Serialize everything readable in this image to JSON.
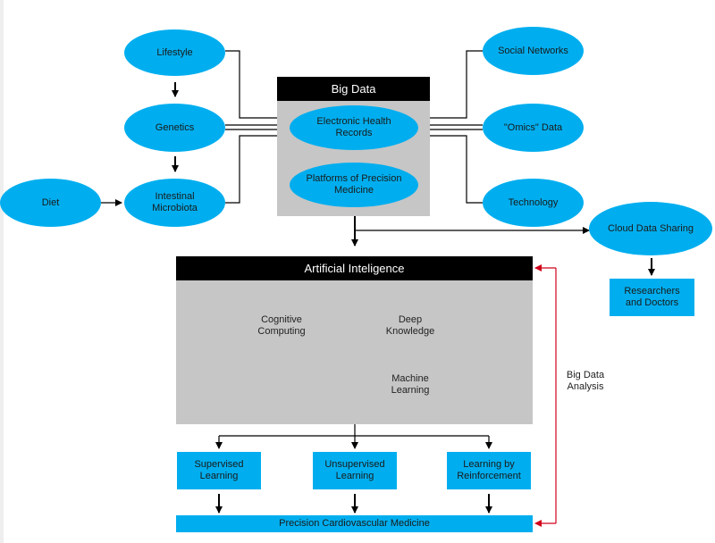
{
  "colors": {
    "node_fill": "#00aeef",
    "panel_fill": "#c6c6c6",
    "header_fill": "#000000",
    "feedback_arrow": "#d0021b"
  },
  "big_data": {
    "title": "Big Data",
    "ehr": "Electronic Health Records",
    "platforms": "Platforms of Precision Medicine"
  },
  "sources_left": {
    "lifestyle": "Lifestyle",
    "genetics": "Genetics",
    "diet": "Diet",
    "intestinal_microbiota": "Intestinal Microbiota"
  },
  "sources_right": {
    "social_networks": "Social Networks",
    "omics": "\"Omics\" Data",
    "technology": "Technology"
  },
  "cloud": {
    "cloud_sharing": "Cloud Data Sharing",
    "researchers": "Researchers and Doctors"
  },
  "ai": {
    "title": "Artificial Inteligence",
    "cognitive": "Cognitive Computing",
    "deep": "Deep Knowledge",
    "ml": "Machine Learning"
  },
  "learning": {
    "supervised": "Supervised Learning",
    "unsupervised": "Unsupervised Learning",
    "reinforcement": "Learning by Reinforcement"
  },
  "output": "Precision Cardiovascular Medicine",
  "feedback_label": "Big Data Analysis"
}
